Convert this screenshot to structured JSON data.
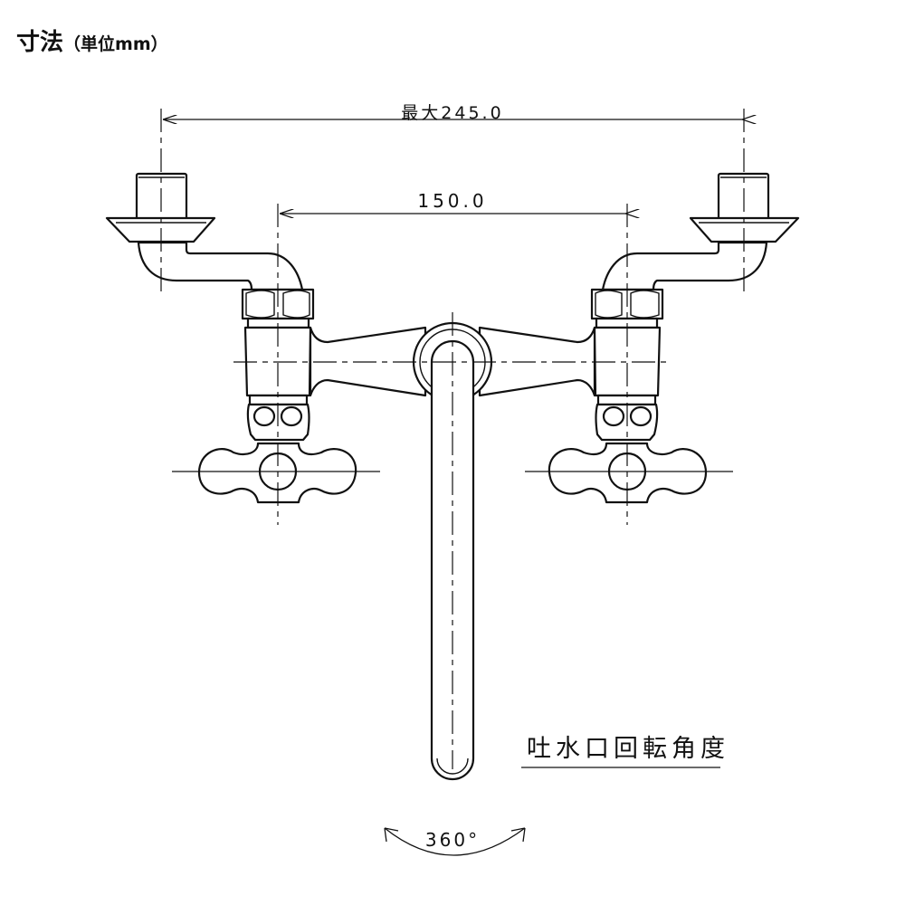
{
  "title": {
    "main": "寸法",
    "unit": "（単位mm）"
  },
  "dimensions": {
    "overall_width": "最大245.0",
    "center_distance": "150.0"
  },
  "notes": {
    "rotation_label": "吐水口回転角度",
    "rotation_angle": "360°"
  }
}
